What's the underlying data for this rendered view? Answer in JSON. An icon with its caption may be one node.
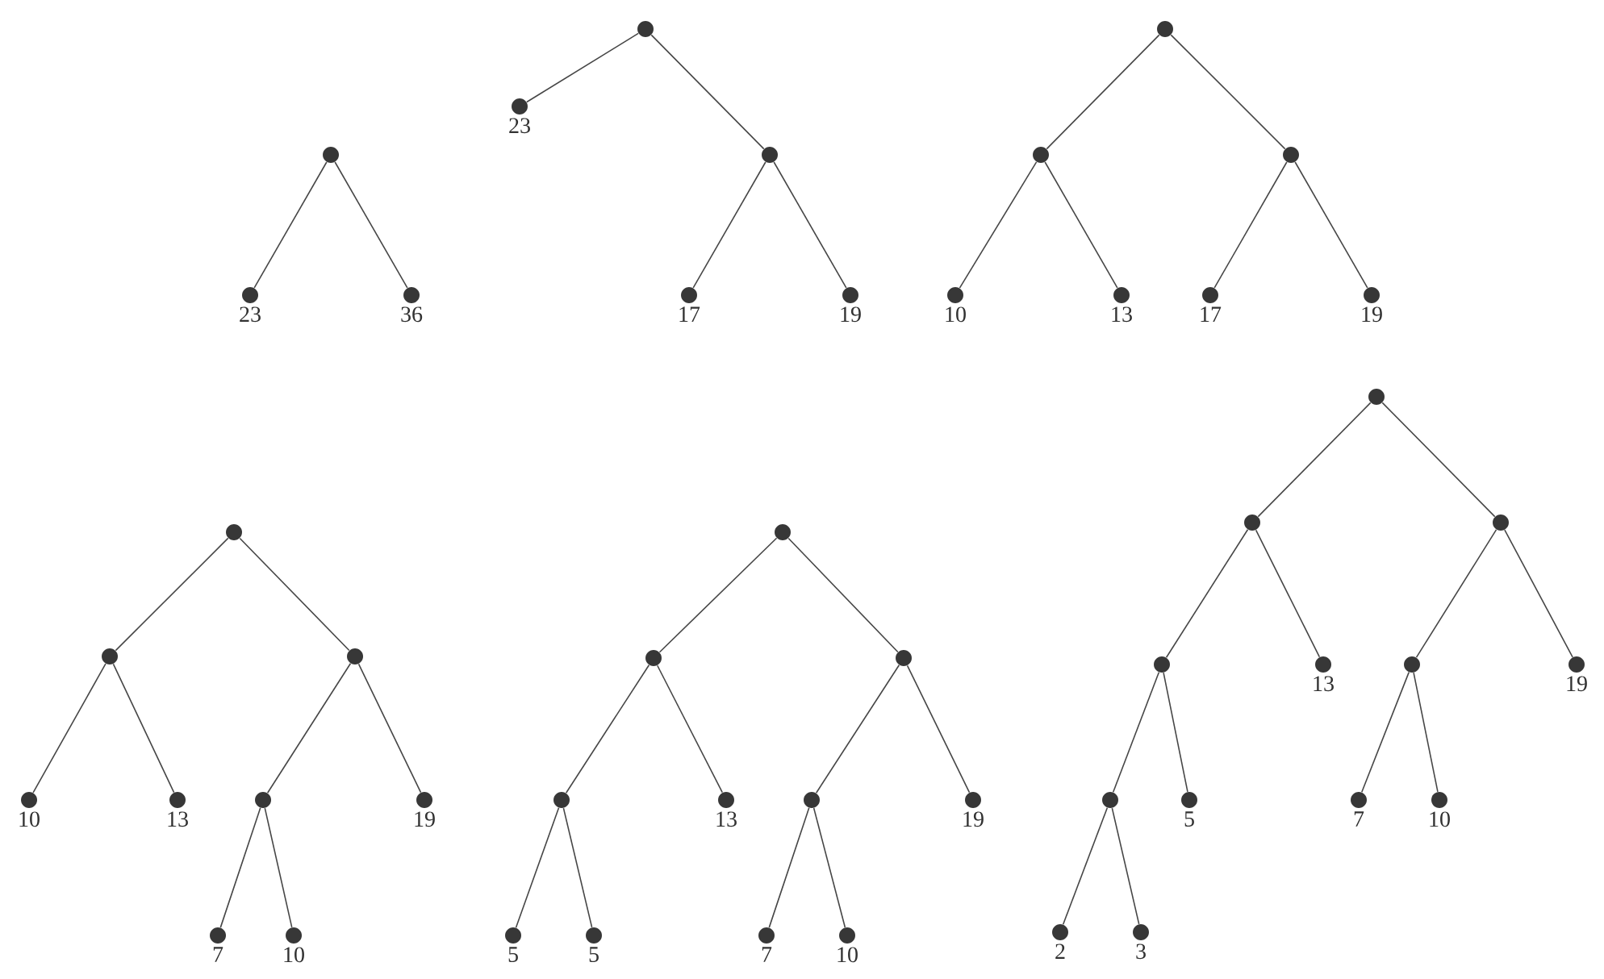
{
  "diagram": {
    "nodes": [
      {
        "text": [],
        "shape": "circle"
      },
      {
        "text": [],
        "shape": "circle",
        "beside": [
          "23"
        ]
      },
      {
        "text": [],
        "shape": "circle",
        "beside": [
          "36"
        ]
      },
      {
        "text": [],
        "shape": "circle"
      },
      {
        "text": [],
        "shape": "circle",
        "beside": [
          "23"
        ]
      },
      {
        "text": [],
        "shape": "circle"
      },
      {
        "text": [],
        "shape": "circle",
        "beside": [
          "17"
        ]
      },
      {
        "text": [],
        "shape": "circle",
        "beside": [
          "19"
        ]
      },
      {
        "text": [],
        "shape": "circle"
      },
      {
        "text": [],
        "shape": "circle"
      },
      {
        "text": [],
        "shape": "circle"
      },
      {
        "text": [],
        "shape": "circle",
        "beside": [
          "10"
        ]
      },
      {
        "text": [],
        "shape": "circle",
        "beside": [
          "13"
        ]
      },
      {
        "text": [],
        "shape": "circle",
        "beside": [
          "17"
        ]
      },
      {
        "text": [],
        "shape": "circle",
        "beside": [
          "19"
        ]
      },
      {
        "text": [],
        "shape": "circle"
      },
      {
        "text": [],
        "shape": "circle"
      },
      {
        "text": [],
        "shape": "circle"
      },
      {
        "text": [],
        "shape": "circle",
        "beside": [
          "10"
        ]
      },
      {
        "text": [],
        "shape": "circle",
        "beside": [
          "13"
        ]
      },
      {
        "text": [],
        "shape": "circle"
      },
      {
        "text": [],
        "shape": "circle",
        "beside": [
          "19"
        ]
      },
      {
        "text": [],
        "shape": "circle",
        "beside": [
          "7"
        ]
      },
      {
        "text": [],
        "shape": "circle",
        "beside": [
          "10"
        ]
      },
      {
        "text": [],
        "shape": "circle"
      },
      {
        "text": [],
        "shape": "circle"
      },
      {
        "text": [],
        "shape": "circle"
      },
      {
        "text": [],
        "shape": "circle"
      },
      {
        "text": [],
        "shape": "circle",
        "beside": [
          "13"
        ]
      },
      {
        "text": [],
        "shape": "circle"
      },
      {
        "text": [],
        "shape": "circle",
        "beside": [
          "19"
        ]
      },
      {
        "text": [],
        "shape": "circle",
        "beside": [
          "5"
        ]
      },
      {
        "text": [],
        "shape": "circle",
        "beside": [
          "5"
        ]
      },
      {
        "text": [],
        "shape": "circle",
        "beside": [
          "7"
        ]
      },
      {
        "text": [],
        "shape": "circle",
        "beside": [
          "10"
        ]
      },
      {
        "text": [],
        "shape": "circle"
      },
      {
        "text": [],
        "shape": "circle"
      },
      {
        "text": [],
        "shape": "circle"
      },
      {
        "text": [],
        "shape": "circle"
      },
      {
        "text": [],
        "shape": "circle",
        "beside": [
          "13"
        ]
      },
      {
        "text": [],
        "shape": "circle"
      },
      {
        "text": [],
        "shape": "circle",
        "beside": [
          "19"
        ]
      },
      {
        "text": [],
        "shape": "circle"
      },
      {
        "text": [],
        "shape": "circle",
        "beside": [
          "5"
        ]
      },
      {
        "text": [],
        "shape": "circle",
        "beside": [
          "2"
        ]
      },
      {
        "text": [],
        "shape": "circle",
        "beside": [
          "3"
        ]
      },
      {
        "text": [],
        "shape": "circle",
        "beside": [
          "7"
        ]
      },
      {
        "text": [],
        "shape": "circle",
        "beside": [
          "10"
        ]
      }
    ],
    "edges": [
      {
        "from": 0,
        "to": 1,
        "arrow": "none"
      },
      {
        "from": 0,
        "to": 2,
        "arrow": "none"
      },
      {
        "from": 3,
        "to": 4,
        "arrow": "none"
      },
      {
        "from": 3,
        "to": 5,
        "arrow": "none"
      },
      {
        "from": 5,
        "to": 6,
        "arrow": "none"
      },
      {
        "from": 5,
        "to": 7,
        "arrow": "none"
      },
      {
        "from": 8,
        "to": 9,
        "arrow": "none"
      },
      {
        "from": 8,
        "to": 10,
        "arrow": "none"
      },
      {
        "from": 9,
        "to": 11,
        "arrow": "none"
      },
      {
        "from": 9,
        "to": 12,
        "arrow": "none"
      },
      {
        "from": 10,
        "to": 13,
        "arrow": "none"
      },
      {
        "from": 10,
        "to": 14,
        "arrow": "none"
      },
      {
        "from": 15,
        "to": 16,
        "arrow": "none"
      },
      {
        "from": 15,
        "to": 17,
        "arrow": "none"
      },
      {
        "from": 16,
        "to": 18,
        "arrow": "none"
      },
      {
        "from": 16,
        "to": 19,
        "arrow": "none"
      },
      {
        "from": 17,
        "to": 20,
        "arrow": "none"
      },
      {
        "from": 17,
        "to": 21,
        "arrow": "none"
      },
      {
        "from": 20,
        "to": 22,
        "arrow": "none"
      },
      {
        "from": 20,
        "to": 23,
        "arrow": "none"
      },
      {
        "from": 24,
        "to": 25,
        "arrow": "none"
      },
      {
        "from": 24,
        "to": 26,
        "arrow": "none"
      },
      {
        "from": 25,
        "to": 27,
        "arrow": "none"
      },
      {
        "from": 25,
        "to": 28,
        "arrow": "none"
      },
      {
        "from": 26,
        "to": 29,
        "arrow": "none"
      },
      {
        "from": 26,
        "to": 30,
        "arrow": "none"
      },
      {
        "from": 27,
        "to": 31,
        "arrow": "none"
      },
      {
        "from": 27,
        "to": 32,
        "arrow": "none"
      },
      {
        "from": 29,
        "to": 33,
        "arrow": "none"
      },
      {
        "from": 29,
        "to": 34,
        "arrow": "none"
      },
      {
        "from": 35,
        "to": 36,
        "arrow": "none"
      },
      {
        "from": 35,
        "to": 37,
        "arrow": "none"
      },
      {
        "from": 36,
        "to": 38,
        "arrow": "none"
      },
      {
        "from": 36,
        "to": 39,
        "arrow": "none"
      },
      {
        "from": 37,
        "to": 40,
        "arrow": "none"
      },
      {
        "from": 37,
        "to": 41,
        "arrow": "none"
      },
      {
        "from": 38,
        "to": 42,
        "arrow": "none"
      },
      {
        "from": 38,
        "to": 43,
        "arrow": "none"
      },
      {
        "from": 42,
        "to": 44,
        "arrow": "none"
      },
      {
        "from": 42,
        "to": 45,
        "arrow": "none"
      },
      {
        "from": 40,
        "to": 46,
        "arrow": "none"
      },
      {
        "from": 40,
        "to": 47,
        "arrow": "none"
      }
    ]
  }
}
